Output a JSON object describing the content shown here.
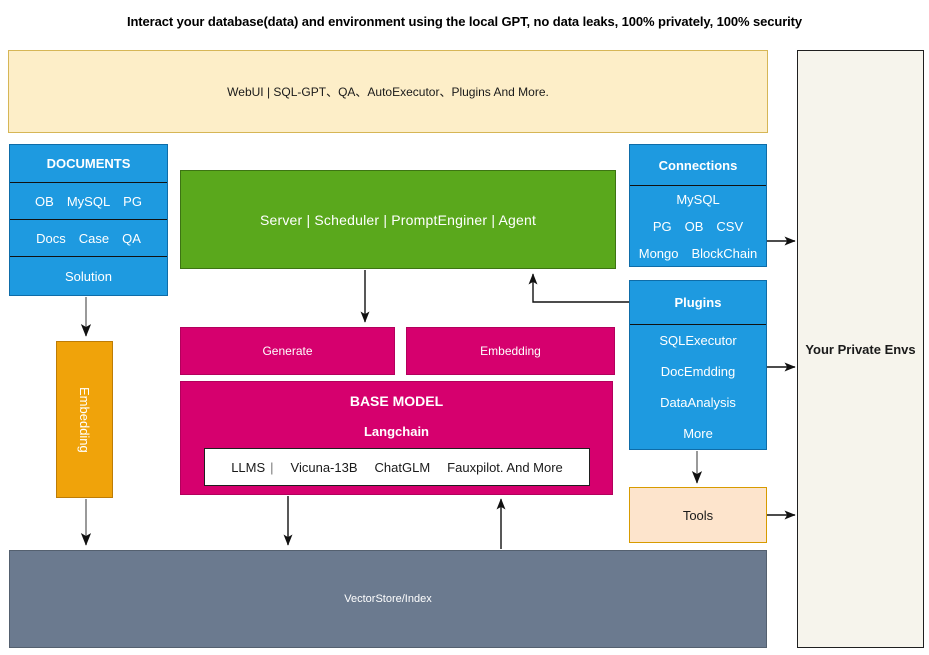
{
  "title": "Interact your database(data) and environment using the local GPT, no data leaks, 100% privately, 100% security",
  "webui": {
    "label": "WebUI | SQL-GPT、QA、AutoExecutor、Plugins And More."
  },
  "private_envs": {
    "label": "Your Private Envs"
  },
  "documents": {
    "header": "DOCUMENTS",
    "rows": [
      {
        "items": [
          "OB",
          "MySQL",
          "PG"
        ]
      },
      {
        "items": [
          "Docs",
          "Case",
          "QA"
        ]
      },
      {
        "items": [
          "Solution"
        ]
      }
    ]
  },
  "server": {
    "label": "Server | Scheduler | PromptEnginer | Agent"
  },
  "connections": {
    "header": "Connections",
    "rows": [
      {
        "items": [
          "MySQL"
        ]
      },
      {
        "items": [
          "PG",
          "OB",
          "CSV"
        ]
      },
      {
        "items": [
          "Mongo",
          "BlockChain"
        ]
      }
    ]
  },
  "plugins": {
    "header": "Plugins",
    "rows": [
      {
        "items": [
          "SQLExecutor"
        ]
      },
      {
        "items": [
          "DocEmdding"
        ]
      },
      {
        "items": [
          "DataAnalysis"
        ]
      },
      {
        "items": [
          "More"
        ]
      }
    ]
  },
  "generate": {
    "label": "Generate"
  },
  "embedding_node": {
    "label": "Embedding"
  },
  "base_model": {
    "title": "BASE MODEL",
    "subtitle": "Langchain",
    "llms_label": "LLMS",
    "llms_divider": "|",
    "llms_items": [
      "Vicuna-13B",
      "ChatGLM",
      "Fauxpilot. And More"
    ]
  },
  "embedding_vertical": {
    "label": "Embedding"
  },
  "tools": {
    "label": "Tools"
  },
  "vectorstore": {
    "label": "VectorStore/Index"
  },
  "colors": {
    "blue": "#1e9ae0",
    "green": "#5aa81c",
    "pink": "#d6006e",
    "orange": "#f0a30a",
    "cream": "#fdeec8",
    "peach": "#fde4cc",
    "slate": "#6b7a8f",
    "envs": "#f6f4ec"
  }
}
